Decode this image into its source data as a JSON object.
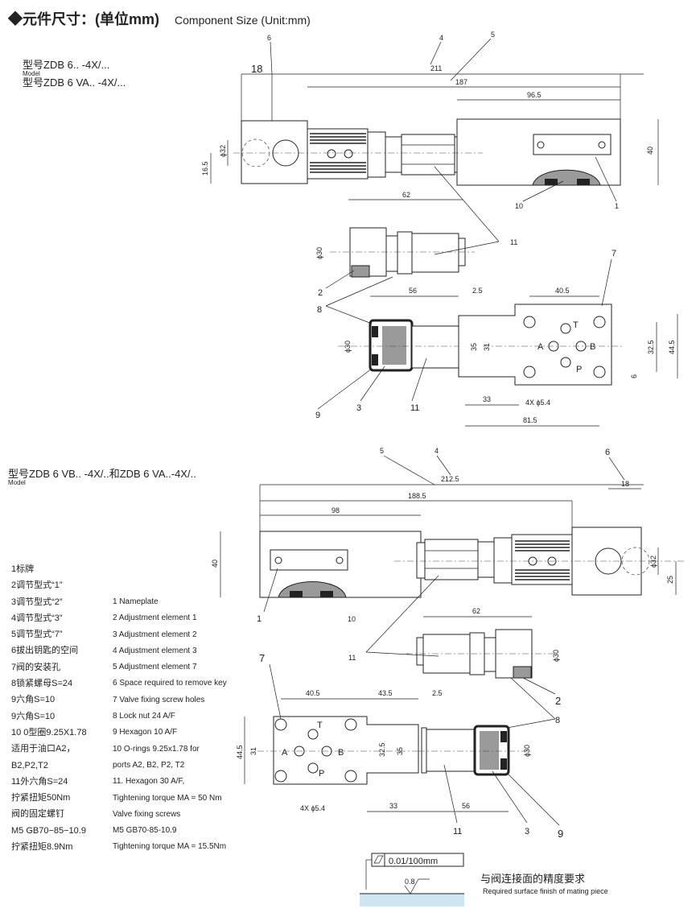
{
  "header": {
    "title_cn": "◆元件尺寸：(单位mm)",
    "title_en": "Component Size (Unit:mm)"
  },
  "model_top": {
    "line1": "型号ZDB 6.. -4X/...",
    "model_small": "Model",
    "line2": "型号ZDB 6 VA.. -4X/..."
  },
  "model_bottom": {
    "line1": "型号ZDB 6 VB.. -4X/..和ZDB 6 VA..-4X/..",
    "model_small": "Model"
  },
  "legend_cn": [
    "1标牌",
    "2调节型式“1”",
    "3调节型式“2”",
    "4调节型式“3”",
    "5调节型式“7”",
    "6拔出钥匙的空间",
    "7阀的安装孔",
    "8锁紧螺母S=24",
    "9六角S=10",
    "9六角S=10",
    "10 0型圈9.25X1.78",
    "适用于油口A2，",
    "B2,P2,T2",
    "11外六角S=24",
    "拧紧扭矩50Nm",
    "阀的固定螺钉",
    "M5 GB70−85−10.9",
    "拧紧扭矩8.9Nm"
  ],
  "legend_en": [
    "1 Nameplate",
    "2 Adjustment element 1",
    "3 Adjustment element 2",
    "4 Adjustment element 3",
    "5 Adjustment element 7",
    "6 Space required to remove key",
    "7 Valve fixing screw holes",
    "8 Lock nut 24 A/F",
    "9 Hexagon 10 A/F",
    "10 O-rings 9.25x1.78 for",
    "ports A2, B2, P2, T2",
    "11. Hexagon 30 A/F,",
    "Tightening torque MA = 50 Nm",
    "Valve fixing screws",
    "M5 GB70-85-10.9",
    "Tightening torque MA = 15.5Nm"
  ],
  "dims_top": {
    "d18": "18",
    "d211": "211",
    "d187": "187",
    "d96_5": "96.5",
    "d40": "40",
    "d16_5": "16.5",
    "phi32": "ϕ32",
    "d62": "62",
    "phi30a": "ϕ30",
    "d56": "56",
    "d2_5": "2.5",
    "d40_5": "40.5",
    "phi30b": "ϕ30",
    "d35": "35",
    "d31": "31",
    "d32_5": "32.5",
    "d44_5": "44.5",
    "d6": "6",
    "d33": "33",
    "holes": "4X ϕ5.4",
    "d81_5": "81.5"
  },
  "dims_bottom": {
    "d212_5": "212.5",
    "d18": "18",
    "d188_5": "188.5",
    "d98": "98",
    "d40": "40",
    "phi32": "ϕ32",
    "d25": "25",
    "d62": "62",
    "phi30a": "ϕ30",
    "d40_5": "40.5",
    "d43_5": "43.5",
    "d2_5": "2.5",
    "d44_5": "44.5",
    "d31": "31",
    "d32_5": "32.5",
    "d35": "35",
    "phi30b": "ϕ30",
    "holes": "4X ϕ5.4",
    "d33": "33",
    "d56": "56"
  },
  "ports": {
    "A": "A",
    "B": "B",
    "T": "T",
    "P": "P"
  },
  "callouts": {
    "c1": "1",
    "c2": "2",
    "c3": "3",
    "c4": "4",
    "c5": "5",
    "c6": "6",
    "c7": "7",
    "c8": "8",
    "c9": "9",
    "c10": "10",
    "c11": "11"
  },
  "surface": {
    "tolerance": "0.01/100mm",
    "roughness": "0.8",
    "note_cn": "与阀连接面的精度要求",
    "note_en": "Required surface finish of mating piece"
  }
}
